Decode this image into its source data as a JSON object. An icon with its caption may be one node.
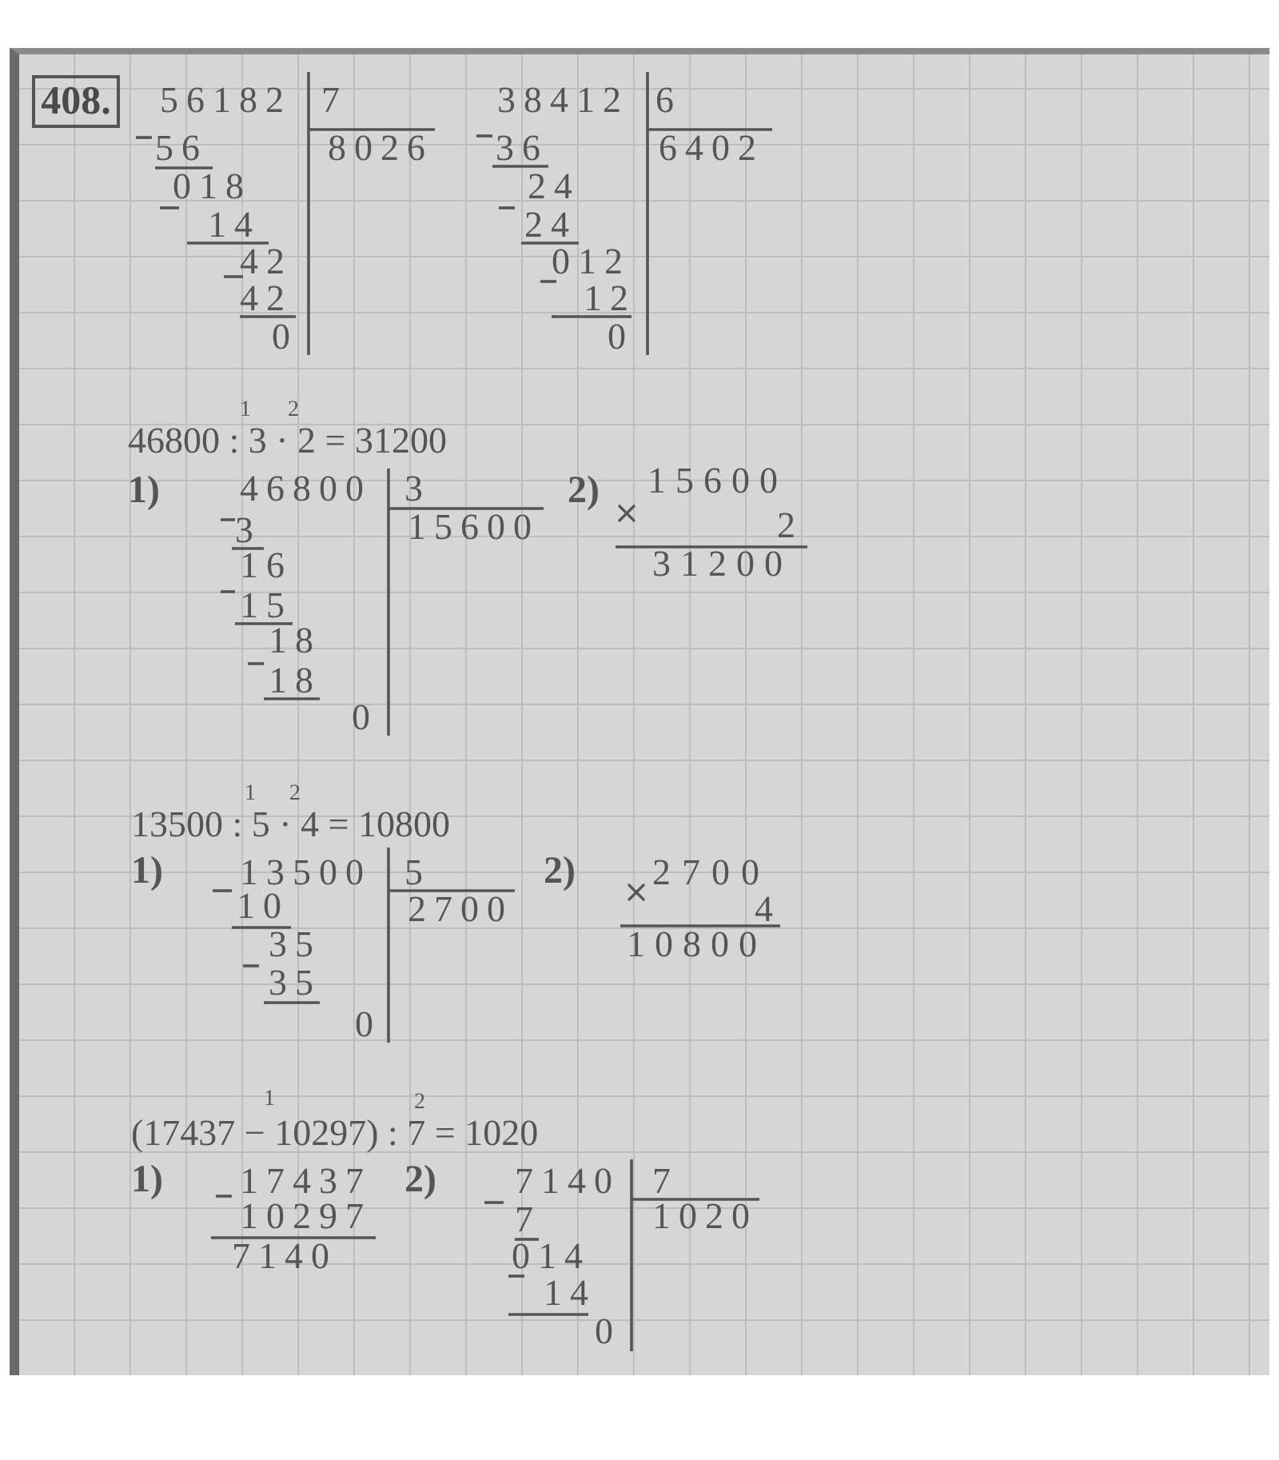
{
  "diagram": {
    "nodes": [
      {
        "text": [
          "408."
        ]
      }
    ],
    "labels": [
      "56182",
      "7",
      "56",
      "8026",
      "018",
      "14",
      "42",
      "42",
      "0",
      "38412",
      "6",
      "36",
      "6402",
      "24",
      "24",
      "012",
      "12",
      "0",
      "1",
      "2",
      "46800 : 3 · 2 = 31200",
      "1)",
      "46800",
      "3",
      "2)",
      "15600",
      "3",
      "15600",
      "2",
      "16",
      "31200",
      "15",
      "18",
      "18",
      "0",
      "1",
      "2",
      "13500 : 5 · 4 = 10800",
      "1)",
      "13500",
      "5",
      "2)",
      "2700",
      "10",
      "2700",
      "4",
      "35",
      "10800",
      "35",
      "0",
      "1",
      "2",
      "(17437 − 10297) : 7 = 1020",
      "1)",
      "17437",
      "2)",
      "7140",
      "7",
      "10297",
      "7",
      "1020",
      "7140",
      "014",
      "14",
      "0"
    ]
  }
}
